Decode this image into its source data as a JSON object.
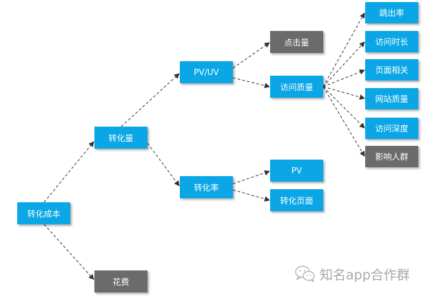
{
  "nodes": {
    "root": "转化成本",
    "conversion_volume": "转化量",
    "spend": "花费",
    "pv_uv": "PV/UV",
    "conversion_rate": "转化率",
    "clicks": "点击量",
    "visit_quality": "访问质量",
    "pv": "PV",
    "conversion_page": "转化页面",
    "bounce_rate": "跳出率",
    "visit_duration": "访问时长",
    "page_relevance": "页面相关",
    "site_quality": "网站质量",
    "visit_depth": "访问深度",
    "audience_impact": "影响人群"
  },
  "watermark": {
    "icon": "wechat-icon",
    "text": "知名app合作群"
  },
  "colors": {
    "blue_node": "#0aa6e6",
    "gray_node": "#6b6b6b",
    "edge": "#333333"
  }
}
